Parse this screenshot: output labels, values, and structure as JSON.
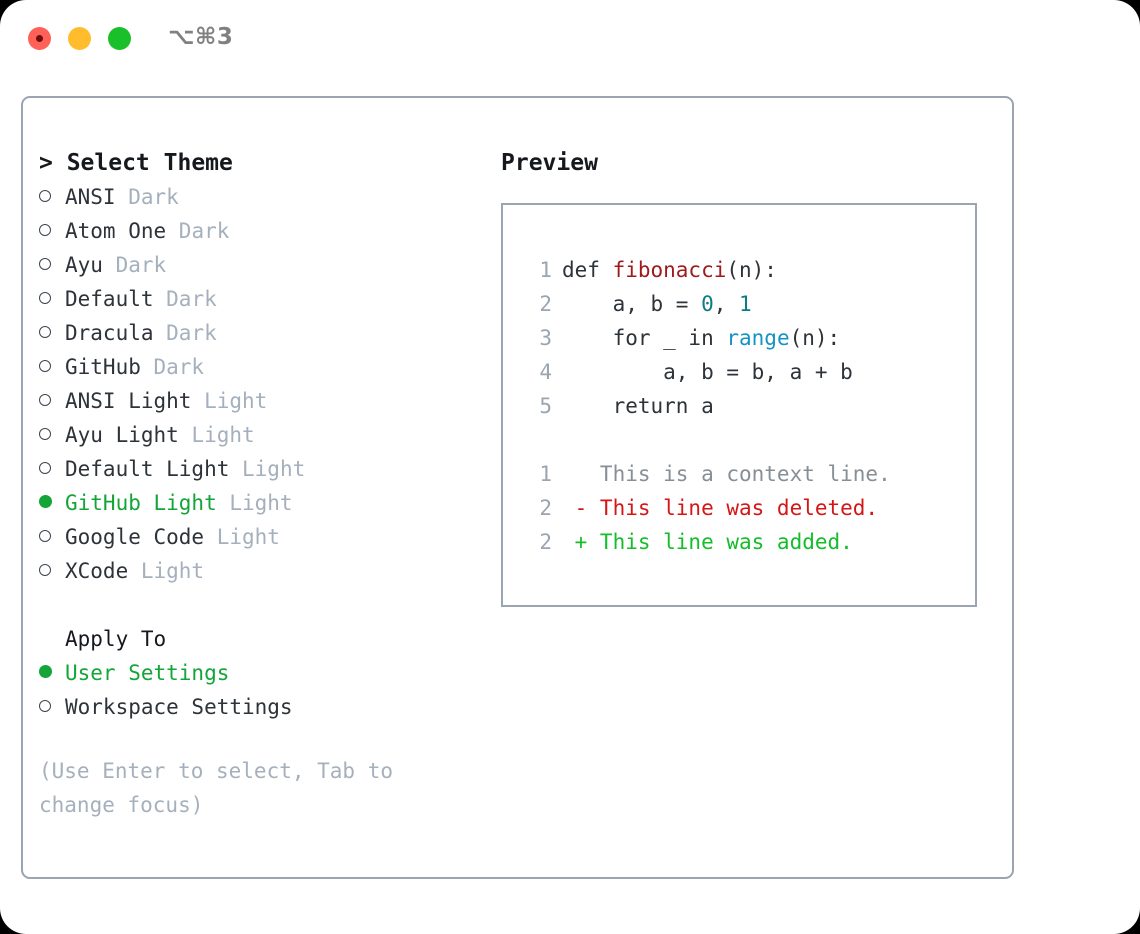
{
  "titlebar": {
    "shortcut": "⌥⌘3",
    "buttons": [
      "close",
      "minimize",
      "maximize"
    ]
  },
  "theme_list": {
    "header": "> Select Theme",
    "items": [
      {
        "name": "ANSI",
        "tag": "Dark",
        "selected": false
      },
      {
        "name": "Atom One",
        "tag": "Dark",
        "selected": false
      },
      {
        "name": "Ayu",
        "tag": "Dark",
        "selected": false
      },
      {
        "name": "Default",
        "tag": "Dark",
        "selected": false
      },
      {
        "name": "Dracula",
        "tag": "Dark",
        "selected": false
      },
      {
        "name": "GitHub",
        "tag": "Dark",
        "selected": false
      },
      {
        "name": "ANSI Light",
        "tag": "Light",
        "selected": false
      },
      {
        "name": "Ayu Light",
        "tag": "Light",
        "selected": false
      },
      {
        "name": "Default Light",
        "tag": "Light",
        "selected": false
      },
      {
        "name": "GitHub Light",
        "tag": "Light",
        "selected": true
      },
      {
        "name": "Google Code",
        "tag": "Light",
        "selected": false
      },
      {
        "name": "XCode",
        "tag": "Light",
        "selected": false
      }
    ]
  },
  "apply_to": {
    "header": "Apply To",
    "items": [
      {
        "name": "User Settings",
        "selected": true
      },
      {
        "name": "Workspace Settings",
        "selected": false
      }
    ]
  },
  "hint": "(Use Enter to select, Tab to change focus)",
  "preview": {
    "title": "Preview",
    "code_lines": [
      {
        "ln": "1",
        "tokens": [
          {
            "t": "def ",
            "k": "plain"
          },
          {
            "t": "fibonacci",
            "k": "fn"
          },
          {
            "t": "(n):",
            "k": "plain"
          }
        ]
      },
      {
        "ln": "2",
        "tokens": [
          {
            "t": "    a, b = ",
            "k": "plain"
          },
          {
            "t": "0",
            "k": "num"
          },
          {
            "t": ", ",
            "k": "plain"
          },
          {
            "t": "1",
            "k": "num"
          }
        ]
      },
      {
        "ln": "3",
        "tokens": [
          {
            "t": "    for _ in ",
            "k": "plain"
          },
          {
            "t": "range",
            "k": "call"
          },
          {
            "t": "(n):",
            "k": "plain"
          }
        ]
      },
      {
        "ln": "4",
        "tokens": [
          {
            "t": "        a, b = b, a + b",
            "k": "plain"
          }
        ]
      },
      {
        "ln": "5",
        "tokens": [
          {
            "t": "    return a",
            "k": "plain"
          }
        ]
      },
      {
        "ln": "",
        "tokens": []
      },
      {
        "ln": "1",
        "tokens": [
          {
            "t": "   This is a context line.",
            "k": "ctx"
          }
        ]
      },
      {
        "ln": "2",
        "tokens": [
          {
            "t": " - This line was deleted.",
            "k": "del"
          }
        ]
      },
      {
        "ln": "2",
        "tokens": [
          {
            "t": " + This line was added.",
            "k": "add"
          }
        ]
      }
    ]
  },
  "colors": {
    "accent_green": "#13a538",
    "muted": "#a5b0bd",
    "border": "#9aa5b1",
    "text": "#2d3339",
    "fn_red": "#9f1a1a",
    "number_teal": "#0b7c84",
    "call_blue": "#1593c4",
    "diff_deleted": "#d41616",
    "diff_added": "#14bd2a",
    "diff_context": "#868e96"
  }
}
